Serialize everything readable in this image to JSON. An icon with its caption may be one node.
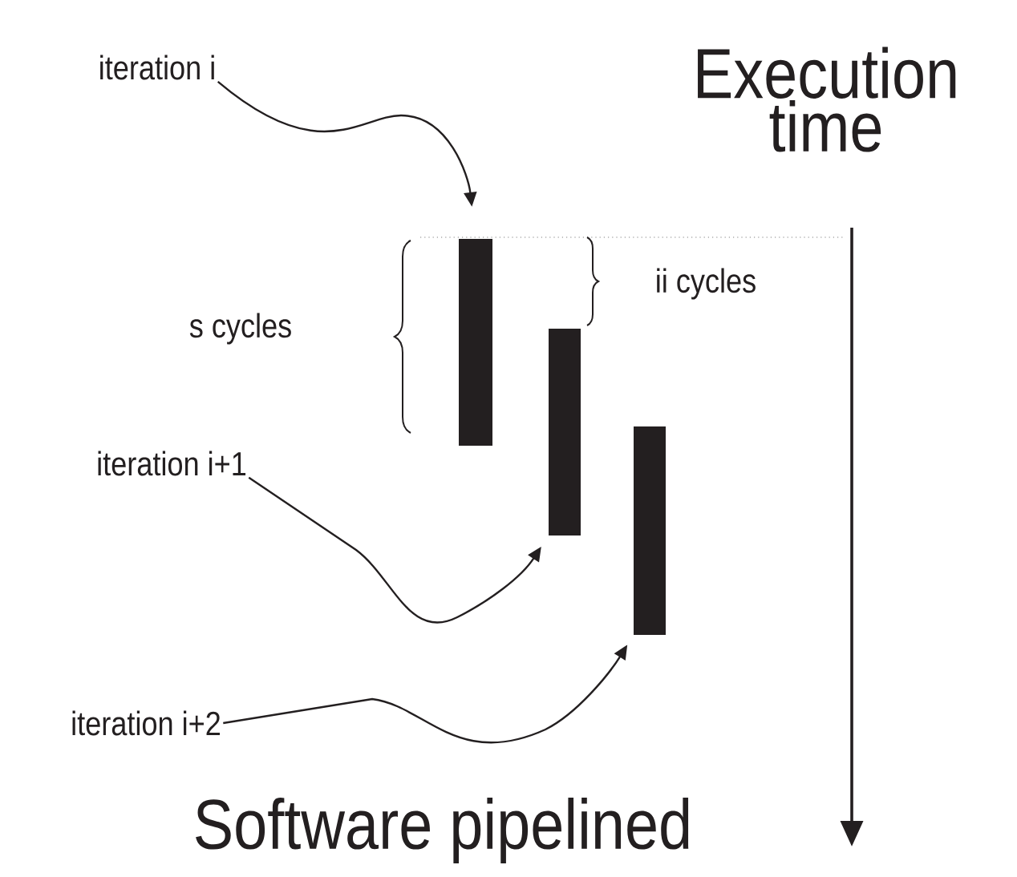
{
  "diagram": {
    "caption": "Software pipelined",
    "nodes": [
      {
        "text": [
          "iteration i"
        ]
      },
      {
        "text": [
          "iteration i+1"
        ]
      },
      {
        "text": [
          "iteration i+2"
        ]
      },
      {
        "text": [],
        "shape": "bar"
      },
      {
        "text": [],
        "shape": "bar"
      },
      {
        "text": [],
        "shape": "bar"
      }
    ],
    "edges": [
      {
        "from": 0,
        "to": 3,
        "arrow": "to"
      },
      {
        "from": 1,
        "to": 4,
        "arrow": "to"
      },
      {
        "from": 2,
        "to": 5,
        "arrow": "to"
      }
    ],
    "labels": [
      "Execution time",
      "ii cycles",
      "s cycles"
    ]
  }
}
